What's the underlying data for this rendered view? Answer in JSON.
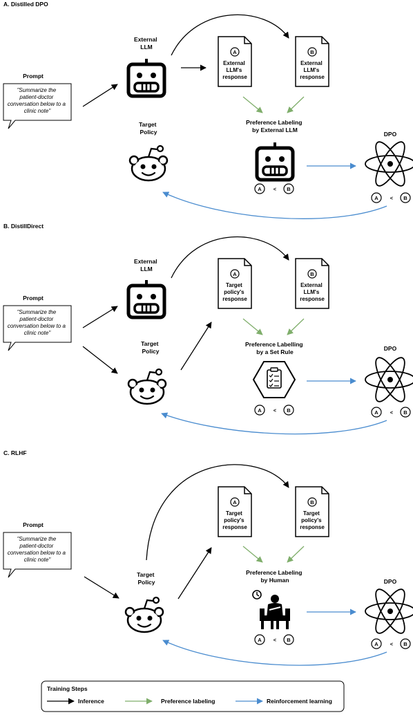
{
  "sections": [
    {
      "title": "A. Distilled DPO",
      "prompt_label": "Prompt",
      "prompt_text": [
        "\"Summarize the",
        "patient-doctor",
        "conversation below to a",
        "clinic note\""
      ],
      "external_llm_label": [
        "External",
        "LLM"
      ],
      "target_policy_label": [
        "Target",
        "Policy"
      ],
      "doc_a_marker": "A",
      "doc_a_text": [
        "External",
        "LLM's",
        "response"
      ],
      "doc_b_marker": "B",
      "doc_b_text": [
        "External",
        "LLM's",
        "response"
      ],
      "labeling_title": [
        "Preference Labeling",
        "by External LLM"
      ],
      "dpo_label": "DPO",
      "comparison": {
        "left": "A",
        "op": "<",
        "right": "B"
      }
    },
    {
      "title": "B. DistillDirect",
      "prompt_label": "Prompt",
      "prompt_text": [
        "\"Summarize the",
        "patient-doctor",
        "conversation below to a",
        "clinic note\""
      ],
      "external_llm_label": [
        "External",
        "LLM"
      ],
      "target_policy_label": [
        "Target",
        "Policy"
      ],
      "doc_a_marker": "A",
      "doc_a_text": [
        "Target",
        "policy's",
        "response"
      ],
      "doc_b_marker": "B",
      "doc_b_text": [
        "External",
        "LLM's",
        "response"
      ],
      "labeling_title": [
        "Preference Labelling",
        "by a Set Rule"
      ],
      "dpo_label": "DPO",
      "comparison": {
        "left": "A",
        "op": "<",
        "right": "B"
      }
    },
    {
      "title": "C. RLHF",
      "prompt_label": "Prompt",
      "prompt_text": [
        "\"Summarize the",
        "patient-doctor",
        "conversation below to a",
        "clinic note\""
      ],
      "target_policy_label": [
        "Target",
        "Policy"
      ],
      "doc_a_marker": "A",
      "doc_a_text": [
        "Target",
        "policy's",
        "response"
      ],
      "doc_b_marker": "B",
      "doc_b_text": [
        "Target",
        "policy's",
        "response"
      ],
      "labeling_title": [
        "Preference Labeling",
        "by Human"
      ],
      "dpo_label": "DPO",
      "comparison": {
        "left": "A",
        "op": "<",
        "right": "B"
      }
    }
  ],
  "legend": {
    "title": "Training Steps",
    "items": [
      {
        "label": "Inference",
        "color": "#000000"
      },
      {
        "label": "Preference labeling",
        "color": "#7fae6b"
      },
      {
        "label": "Reinforcement learning",
        "color": "#4a8ccf"
      }
    ]
  },
  "colors": {
    "inference": "#000000",
    "preference": "#7fae6b",
    "rl": "#4a8ccf"
  },
  "icons": [
    "robot-icon",
    "reddit-alien-icon",
    "document-icon",
    "atom-icon",
    "clipboard-hexagon-icon",
    "human-labeler-icon"
  ]
}
